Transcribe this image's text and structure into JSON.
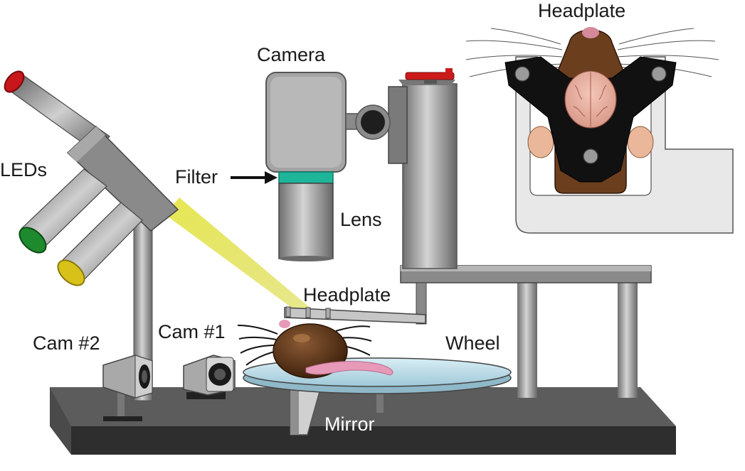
{
  "labels": {
    "headplate_top": "Headplate",
    "camera": "Camera",
    "leds": "LEDs",
    "filter": "Filter",
    "lens": "Lens",
    "headplate": "Headplate",
    "cam2": "Cam #2",
    "cam1": "Cam #1",
    "wheel": "Wheel",
    "mirror": "Mirror"
  },
  "colors": {
    "led_red": "#c8161d",
    "led_green": "#1e8a2e",
    "led_yellow": "#d8c21a",
    "filter": "#1fb59a",
    "light_beam": "#d9d93a",
    "base": "#3a3a3a",
    "metal": "#9a9a9a",
    "mouse_brown": "#5a3418",
    "tail_pink": "#e69ab8",
    "wheel_blue": "#b9dbe8",
    "knob_red": "#cc1a1a"
  }
}
